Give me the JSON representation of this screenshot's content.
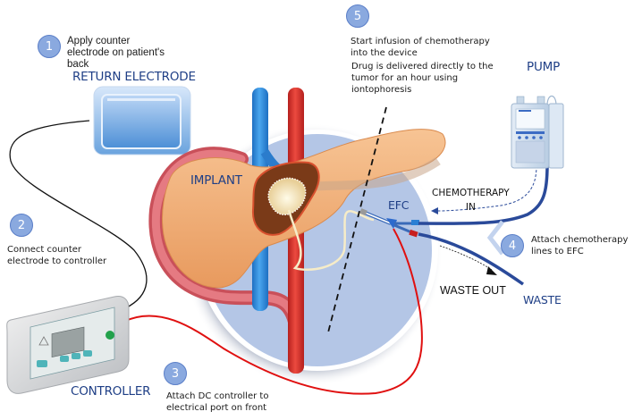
{
  "steps": [
    {
      "number": "1",
      "text": "Apply counter\nelectrode on patient's\nback"
    },
    {
      "number": "2",
      "text": "Connect counter\nelectrode to controller"
    },
    {
      "number": "3",
      "text": "Attach DC controller to\nelectrical port on front"
    },
    {
      "number": "4",
      "text": "Attach chemotherapy\nlines to EFC"
    },
    {
      "number": "5",
      "text": "Start infusion of chemotherapy\ninto the device"
    }
  ],
  "step5_detail": "Drug is delivered directly to the\ntumor for an hour using\niontophoresis",
  "components": {
    "return_electrode": "RETURN ELECTRODE",
    "controller": "CONTROLLER",
    "pump": "PUMP",
    "implant": "IMPLANT",
    "efc": "EFC",
    "waste": "WASTE"
  },
  "flow_labels": {
    "chemo_in": "CHEMOTHERAPY\nIN",
    "waste_out": "WASTE OUT"
  },
  "colors": {
    "title_blue": "#1f3f86",
    "step_circle": "#8aa9df",
    "background_disc": "#b4c6e6",
    "pancreas": "#f2b07a",
    "artery": "#d8322e",
    "vein": "#2b8ad8",
    "electrical_wire": "#e01010",
    "tubing": "#2a4a9a"
  }
}
